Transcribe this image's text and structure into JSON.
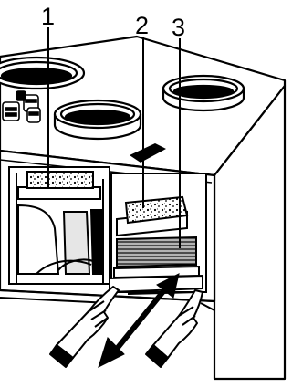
{
  "figure": {
    "callouts": [
      {
        "id": "1",
        "label": "1"
      },
      {
        "id": "2",
        "label": "2"
      },
      {
        "id": "3",
        "label": "3"
      }
    ],
    "colors": {
      "ink": "#000000",
      "paper": "#ffffff",
      "fill_grey": "#d9d9d9"
    },
    "icons": [
      "duct-collar-icon",
      "hand-icon",
      "double-arrow-icon",
      "filter-media-icon"
    ]
  }
}
